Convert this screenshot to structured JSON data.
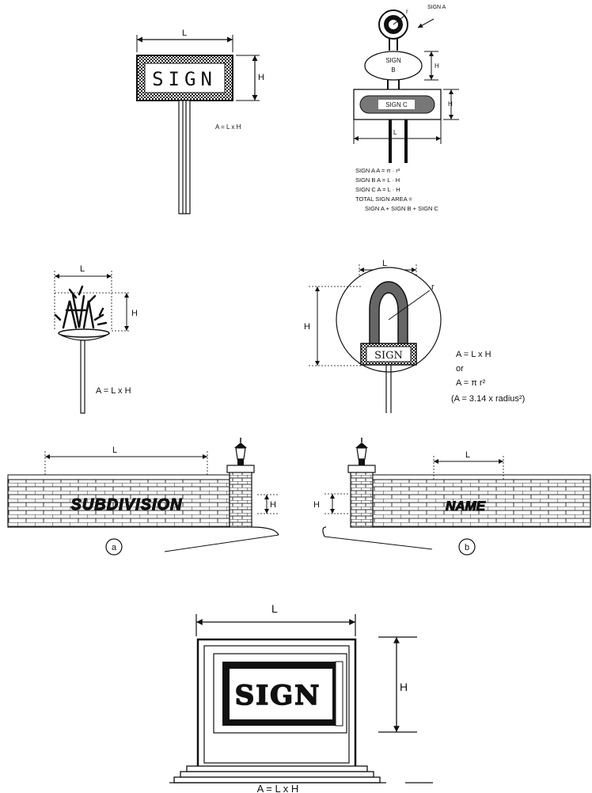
{
  "fig1": {
    "dim_l": "L",
    "dim_h": "H",
    "sign_text": "SIGN",
    "formula": "A = L x H"
  },
  "fig2": {
    "dim_r": "r",
    "sign_a_label": "SIGN A",
    "sign_b_line1": "SIGN",
    "sign_b_line2": "B",
    "sign_c": "SIGN C",
    "dim_h1": "H",
    "dim_h2": "H",
    "dim_l": "L",
    "formulas": [
      "SIGN A  A = π · r²",
      "SIGN B  A = L · H",
      "SIGN C  A = L · H",
      "TOTAL SIGN AREA =",
      "SIGN A + SIGN B + SIGN C"
    ]
  },
  "fig3": {
    "dim_l": "L",
    "dim_h": "H",
    "formula": "A = L x H"
  },
  "fig4": {
    "dim_l": "L",
    "dim_h": "H",
    "dim_r": "r",
    "sign_text": "SIGN",
    "formula_1": "A = L x H",
    "formula_or": "or",
    "formula_2": "A = π r²",
    "formula_3": "(A = 3.14 x radius²)"
  },
  "fig5": {
    "dim_l_left": "L",
    "dim_h_left": "H",
    "dim_h_right": "H",
    "dim_l_right": "L",
    "left_word": "SUBDIVISION",
    "right_word": "NAME",
    "label_a": "a",
    "label_b": "b"
  },
  "fig6": {
    "dim_l": "L",
    "dim_h": "H",
    "sign_text": "SIGN",
    "formula": "A = L x H"
  }
}
